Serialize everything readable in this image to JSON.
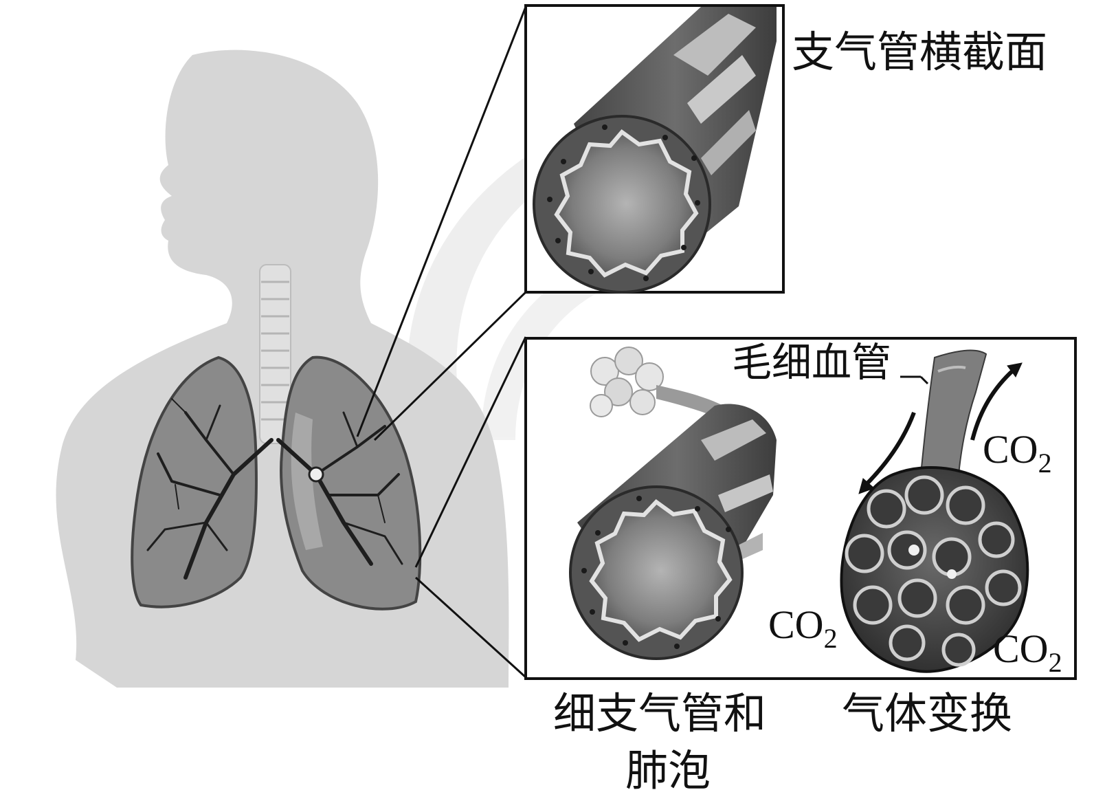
{
  "labels": {
    "bronchus_cross_section": "支气管横截面",
    "capillary": "毛细血管",
    "bronchiole_alveoli_line1": "细支气管和",
    "bronchiole_alveoli_line2": "肺泡",
    "gas_exchange": "气体变换",
    "co2_main": "CO",
    "co2_sub": "2"
  },
  "colors": {
    "silhouette": "#d6d6d6",
    "lung": "#8a8a8a",
    "bronchus_tree": "#1e1e1e",
    "tube_wall": "#5a5a5a",
    "lumen": "#8c8c8c",
    "frame": "#111111"
  }
}
